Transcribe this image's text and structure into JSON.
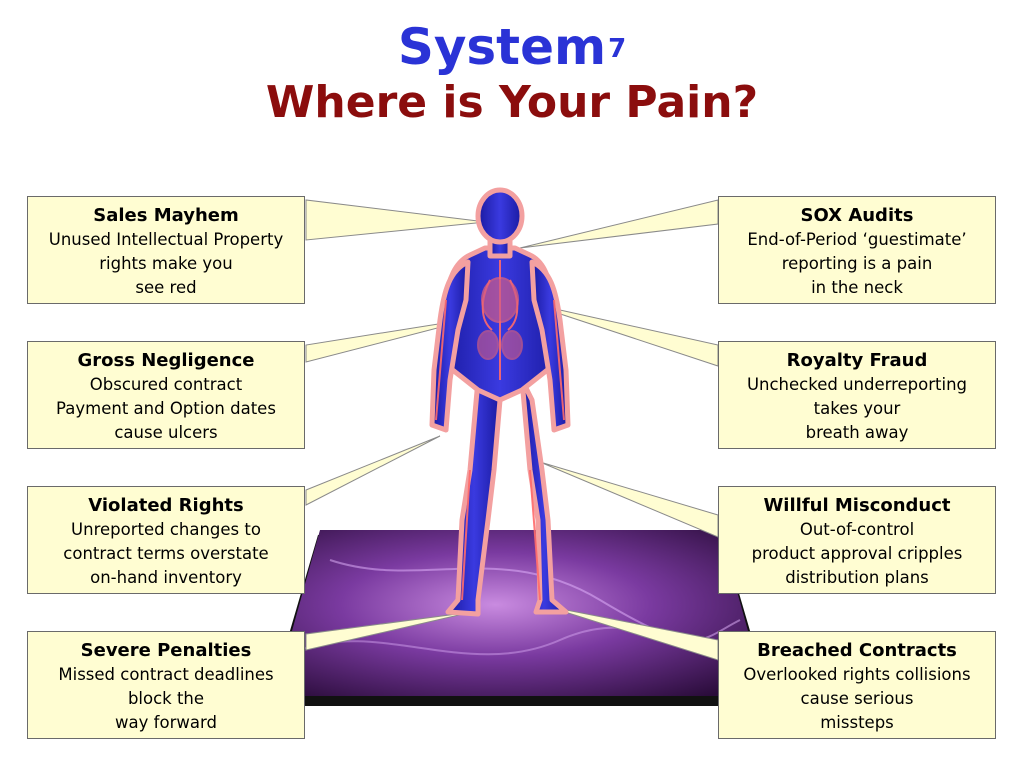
{
  "title": {
    "main": "System",
    "superscript": "7",
    "subtitle": "Where is Your Pain?"
  },
  "callouts": {
    "sales_mayhem": {
      "heading": "Sales Mayhem",
      "body": "Unused Intellectual Property\nrights make you\nsee red"
    },
    "sox_audits": {
      "heading": "SOX Audits",
      "body": "End-of-Period ‘guestimate’\nreporting is a pain\nin the neck"
    },
    "gross_negligence": {
      "heading": "Gross Negligence",
      "body": "Obscured contract\nPayment and Option dates\ncause ulcers"
    },
    "royalty_fraud": {
      "heading": "Royalty Fraud",
      "body": "Unchecked underreporting\ntakes your\nbreath away"
    },
    "violated_rights": {
      "heading": "Violated Rights",
      "body": "Unreported changes to\ncontract terms overstate\non-hand inventory"
    },
    "willful_misconduct": {
      "heading": "Willful Misconduct",
      "body": "Out-of-control\nproduct approval cripples\ndistribution plans"
    },
    "severe_penalties": {
      "heading": "Severe Penalties",
      "body": "Missed contract deadlines\nblock the\nway forward"
    },
    "breached_contracts": {
      "heading": "Breached Contracts",
      "body": "Overlooked rights collisions\ncause serious\nmissteps"
    }
  },
  "colors": {
    "title_blue": "#2a33d6",
    "title_red": "#8b0d0d",
    "callout_fill": "#fffdd2",
    "body_blue": "#2b2bd0",
    "body_outline": "#f08a8a",
    "floor_purple": "#6a2a8a"
  },
  "illustration": {
    "figure": "human-anatomy-figure",
    "platform": "purple-floor-tile"
  }
}
